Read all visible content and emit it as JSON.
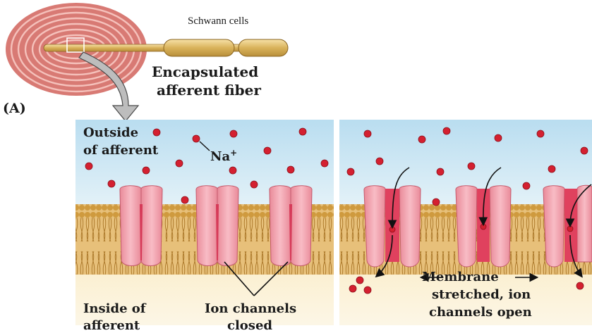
{
  "labels": {
    "schwann_cells": "Schwann cells",
    "fiber_line1": "Encapsulated",
    "fiber_line2": "afferent fiber",
    "panel": "(A)",
    "outside_line1": "Outside",
    "outside_line2": "of afferent",
    "sodium": "Na",
    "sodium_charge": "+",
    "inside_line1": "Inside of",
    "inside_line2": "afferent",
    "ion_line1": "Ion channels",
    "ion_line2": "closed",
    "membrane_line1": "Membrane",
    "membrane_line2": "stretched, ion",
    "membrane_line3": "channels open"
  },
  "colors": {
    "extracellular": "#cfe8f4",
    "intracellular": "#fbf2d8",
    "lipid_head": "#d9a64a",
    "lipid_tail": "#c79030",
    "channel": "#f4a7b1",
    "channel_pore": "#e0415e",
    "ion": "#d42030",
    "capsule": "#f0a09a",
    "axon": "#e9c878"
  }
}
